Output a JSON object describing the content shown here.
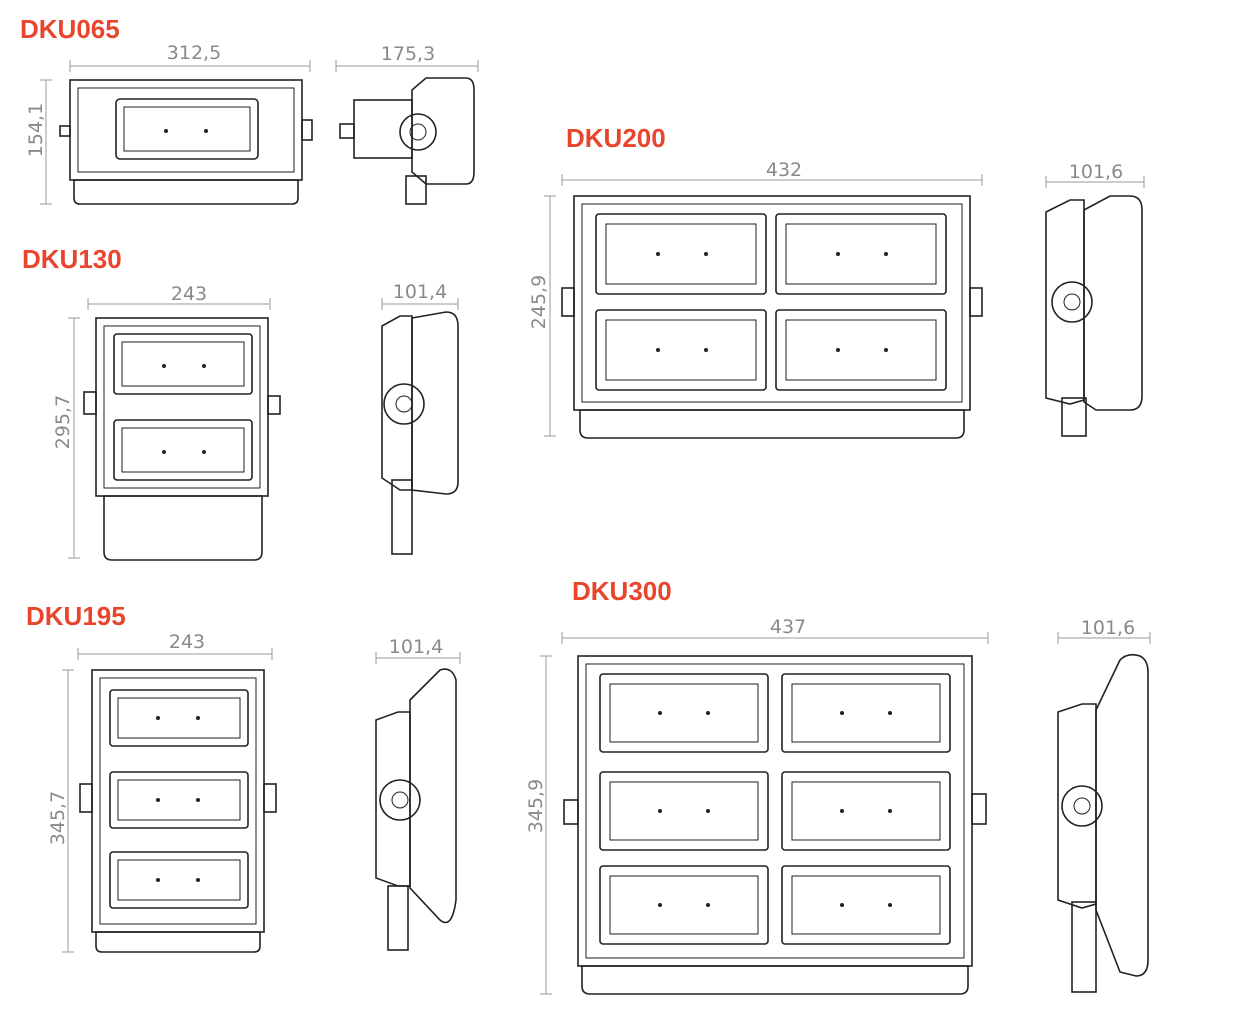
{
  "models": [
    {
      "id": "dku065",
      "name": "DKU065",
      "width": "312,5",
      "depth": "175,3",
      "height": "154,1"
    },
    {
      "id": "dku130",
      "name": "DKU130",
      "width": "243",
      "depth": "101,4",
      "height": "295,7"
    },
    {
      "id": "dku195",
      "name": "DKU195",
      "width": "243",
      "depth": "101,4",
      "height": "345,7"
    },
    {
      "id": "dku200",
      "name": "DKU200",
      "width": "432",
      "depth": "101,6",
      "height": "245,9"
    },
    {
      "id": "dku300",
      "name": "DKU300",
      "width": "437",
      "depth": "101,6",
      "height": "345,9"
    }
  ],
  "colors": {
    "title": "#e8452c",
    "dimension": "#8a8a8a",
    "line": "#222222"
  }
}
